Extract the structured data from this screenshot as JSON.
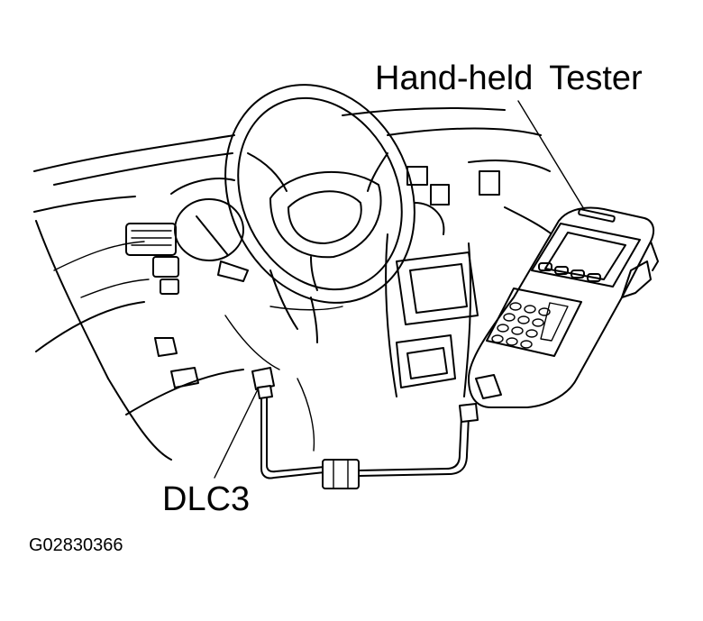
{
  "labels": {
    "tester": "Hand-held Tester",
    "connector": "DLC3",
    "figure_code": "G02830366"
  },
  "colors": {
    "ink": "#000000",
    "background": "#ffffff"
  }
}
